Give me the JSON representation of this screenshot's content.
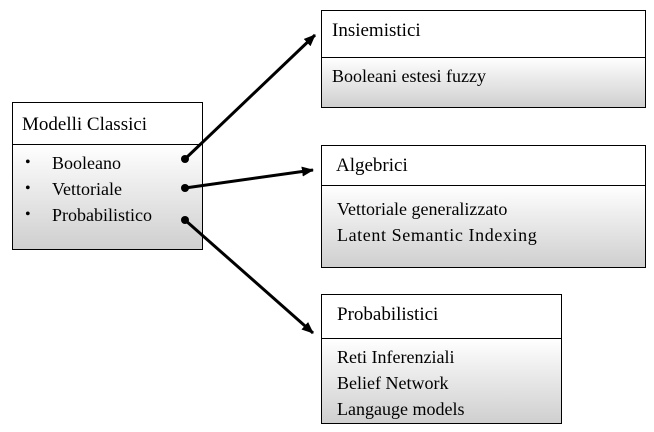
{
  "classic": {
    "title": "Modelli Classici",
    "items": [
      "Booleano",
      "Vettoriale",
      "Probabilistico"
    ],
    "bullet": "•"
  },
  "targets": [
    {
      "title": "Insiemistici",
      "items": [
        "Booleani estesi fuzzy"
      ]
    },
    {
      "title": "Algebrici",
      "items": [
        "Vettoriale generalizzato",
        "Latent Semantic Indexing"
      ]
    },
    {
      "title": "Probabilistici",
      "items": [
        "Reti Inferenziali",
        "Belief Network",
        "Langauge models"
      ]
    }
  ]
}
